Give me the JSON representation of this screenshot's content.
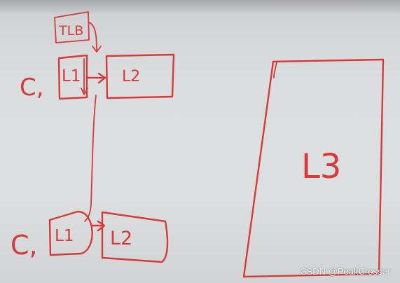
{
  "whiteboard": {
    "tlb_label": "TLB",
    "core_top_label": "C,",
    "core_bottom_label": "C,",
    "l1_top_label": "L1",
    "l2_top_label": "L2",
    "l1_bottom_label": "L1",
    "l2_bottom_label": "L2",
    "l3_label": "L3",
    "watermark": "CSDN @PeakCrosser"
  },
  "colors": {
    "ink": "#d63b3b",
    "board": "#dcdddf"
  }
}
